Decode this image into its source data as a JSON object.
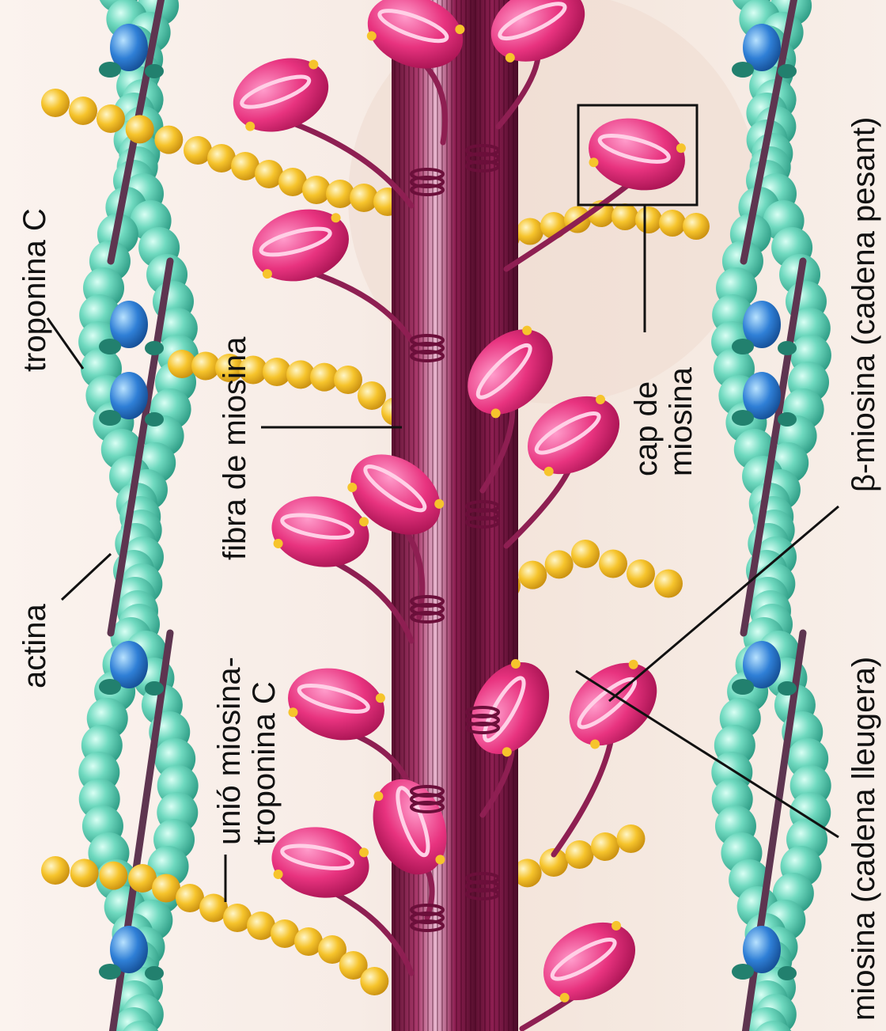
{
  "labels": {
    "troponina_c": "troponina C",
    "actina": "actina",
    "unio_line1": "unió miosina-",
    "unio_line2": "troponina C",
    "fibra_miosina": "fibra de miosina",
    "cap_line1": "cap de",
    "cap_line2": "miosina",
    "beta_miosina": "β-miosina (cadena pesant)",
    "miosina_lleugera": "miosina (cadena lleugera)"
  },
  "colors": {
    "actin_bead": "#6fd9bf",
    "actin_bead_dark": "#2f9d86",
    "tropomyosin": "#5e3550",
    "troponin_blue": "#2f7fd6",
    "troponin_teal": "#22806e",
    "myosin_fiber": "#8e1f52",
    "myosin_fiber_dark": "#5a1030",
    "myosin_head": "#e8337f",
    "myosin_head_light": "#ff9ccb",
    "bead_chain": "#f1c232",
    "bead_chain_dark": "#c98f10",
    "highlight_box": "#111111"
  }
}
